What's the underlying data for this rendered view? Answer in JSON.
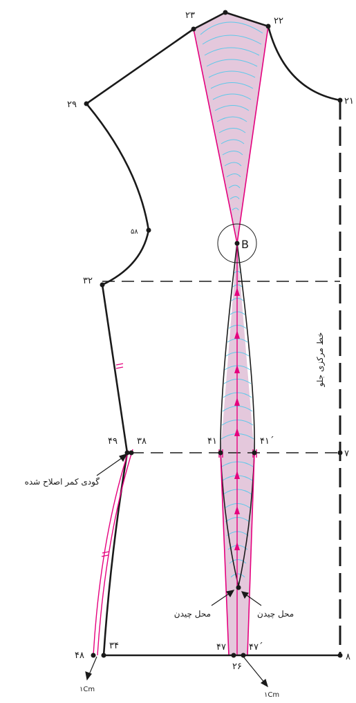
{
  "labels": {
    "p23": "۲۳",
    "p22": "۲۲",
    "p21": "۲۱",
    "p29": "۲۹",
    "p58": "۵۸",
    "p32": "۳۲",
    "p49": "۴۹",
    "p38": "۳۸",
    "p41": "۴۱",
    "p41p": "۴۱΄",
    "p7": "۷",
    "p48": "۴۸",
    "p34": "۳۴",
    "p47": "۴۷",
    "p47p": "۴۷΄",
    "p26": "۲۶",
    "p8": "۸",
    "pB": "B",
    "center_front_line": "خط مرکزی جلو",
    "corrected_waist": "گودی کمر اصلاح شده",
    "gather_left": "محل چیدن",
    "gather_right": "محل چیدن",
    "cm_left": "۱Cm",
    "cm_right": "۱Cm"
  },
  "colors": {
    "outline": "#1a1a1a",
    "accent": "#e5007e",
    "fill": "#e4c8dc",
    "guide": "#5cc8ea"
  }
}
